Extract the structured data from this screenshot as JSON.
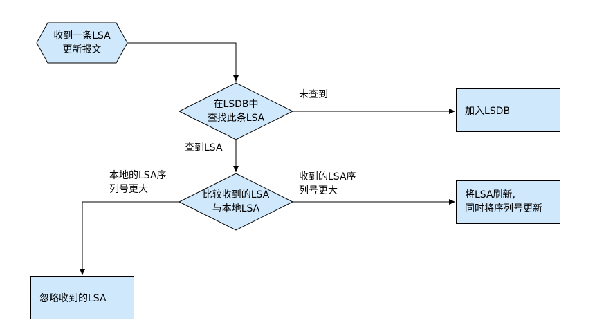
{
  "colors": {
    "fill": "#cfe8fb",
    "stroke": "#000000",
    "background": "#ffffff"
  },
  "start": {
    "line1": "收到一条LSA",
    "line2": "更新报文"
  },
  "decision1": {
    "line1": "在LSDB中",
    "line2": "查找此条LSA"
  },
  "decision2": {
    "line1": "比较收到的LSA",
    "line2": "与本地LSA"
  },
  "box_add": {
    "text": "加入LSDB"
  },
  "box_refresh": {
    "line1": "将LSA刷新,",
    "line2": "同时将序列号更新"
  },
  "box_ignore": {
    "text": "忽略收到的LSA"
  },
  "edge_labels": {
    "not_found": "未查到",
    "found": "查到LSA",
    "local_larger_line1": "本地的LSA序",
    "local_larger_line2": "列号更大",
    "received_larger_line1": "收到的LSA序",
    "received_larger_line2": "列号更大"
  }
}
